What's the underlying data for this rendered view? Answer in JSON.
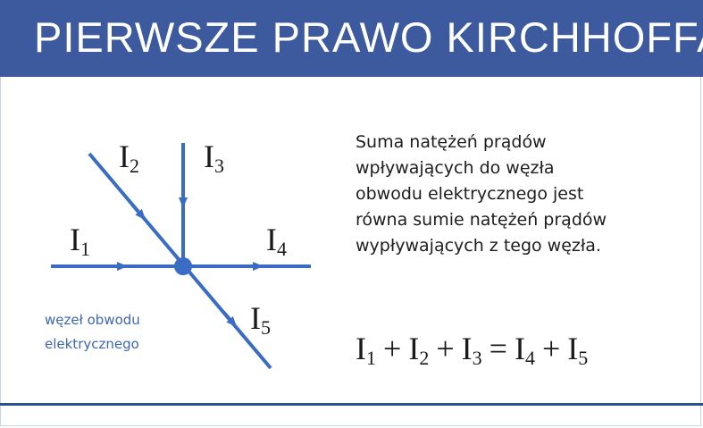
{
  "header": {
    "title": "PIERWSZE PRAWO KIRCHHOFFA"
  },
  "colors": {
    "header_bg": "#3d5a9e",
    "wire": "#3b6cc4",
    "node_label": "#3d66b5"
  },
  "currents": [
    {
      "symbol": "I",
      "index": "1"
    },
    {
      "symbol": "I",
      "index": "2"
    },
    {
      "symbol": "I",
      "index": "3"
    },
    {
      "symbol": "I",
      "index": "4"
    },
    {
      "symbol": "I",
      "index": "5"
    }
  ],
  "node_label": {
    "line1": "węzeł obwodu",
    "line2": "elektrycznego"
  },
  "description": {
    "lines": [
      "Suma natężeń prądów",
      "wpływających do węzła",
      "obwodu elektrycznego jest",
      "równa sumie natężeń prądów",
      "wypływających z tego węzła."
    ]
  },
  "formula": {
    "plus": "+",
    "equals": "="
  }
}
